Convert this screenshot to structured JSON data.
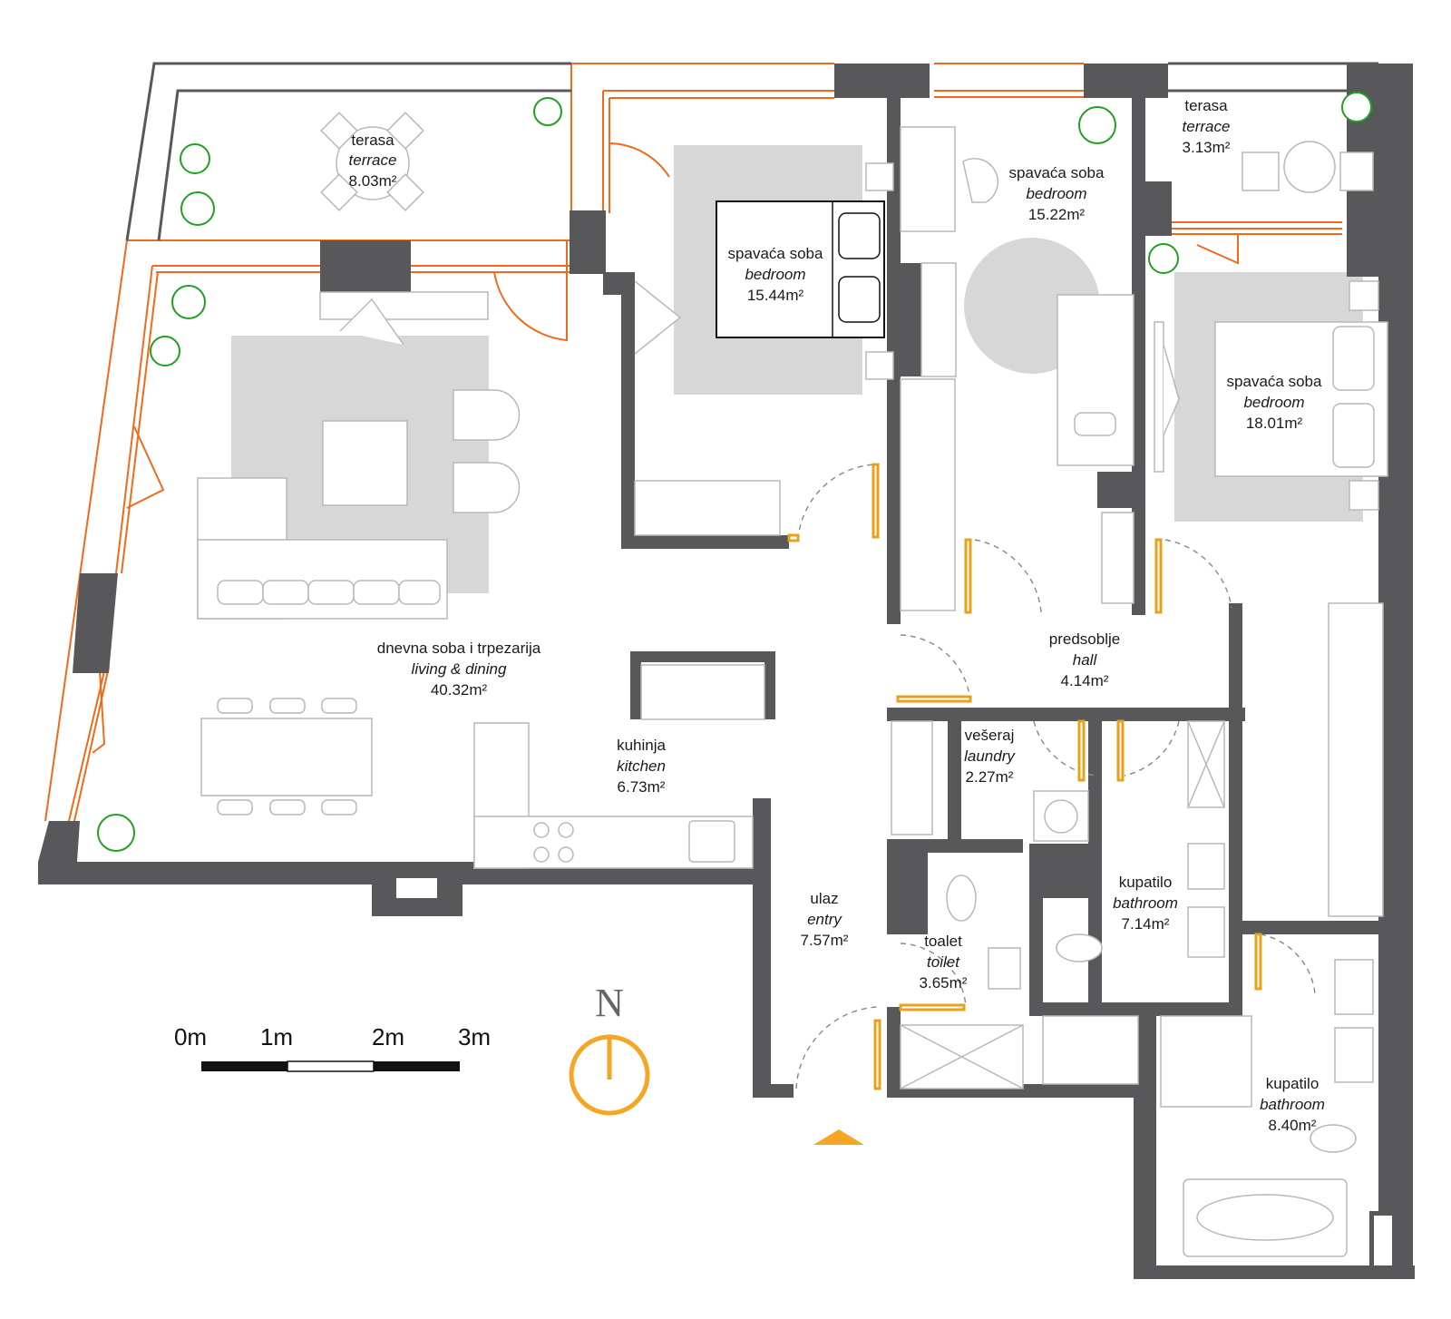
{
  "rooms": {
    "terrace_nw": {
      "name": "terasa",
      "name_en": "terrace",
      "area": "8.03m²"
    },
    "bedroom_1": {
      "name": "spavaća soba",
      "name_en": "bedroom",
      "area": "15.44m²"
    },
    "bedroom_2": {
      "name": "spavaća soba",
      "name_en": "bedroom",
      "area": "15.22m²"
    },
    "terrace_ne": {
      "name": "terasa",
      "name_en": "terrace",
      "area": "3.13m²"
    },
    "bedroom_3": {
      "name": "spavaća soba",
      "name_en": "bedroom",
      "area": "18.01m²"
    },
    "living": {
      "name": "dnevna soba i trpezarija",
      "name_en": "living & dining",
      "area": "40.32m²"
    },
    "hall": {
      "name": "predsoblje",
      "name_en": "hall",
      "area": "4.14m²"
    },
    "kitchen": {
      "name": "kuhinja",
      "name_en": "kitchen",
      "area": "6.73m²"
    },
    "laundry": {
      "name": "vešeraj",
      "name_en": "laundry",
      "area": "2.27m²"
    },
    "entry": {
      "name": "ulaz",
      "name_en": "entry",
      "area": "7.57m²"
    },
    "bathroom_1": {
      "name": "kupatilo",
      "name_en": "bathroom",
      "area": "7.14m²"
    },
    "toilet": {
      "name": "toalet",
      "name_en": "toilet",
      "area": "3.65m²"
    },
    "bathroom_2": {
      "name": "kupatilo",
      "name_en": "bathroom",
      "area": "8.40m²"
    }
  },
  "scale_bar": {
    "labels": [
      "0m",
      "1m",
      "2m",
      "3m"
    ]
  },
  "north": {
    "label": "N"
  },
  "colors": {
    "wall": "#58585a",
    "glazing": "#f06a1a",
    "door_leaf": "#e8a21a",
    "compass": "#f5a623",
    "plants": "#22a022",
    "rug": "#d7d7d7"
  },
  "icons": [
    "compass-icon",
    "entrance-arrow-icon",
    "plant-icon"
  ]
}
